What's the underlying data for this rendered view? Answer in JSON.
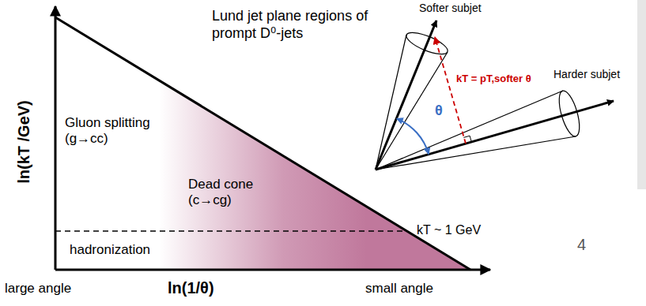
{
  "diagram": {
    "title": "Lund jet plane regions of prompt D⁰-jets",
    "labels": [
      "ln(kT /GeV)",
      "Gluon splitting (g→cc)",
      "Dead cone (c→cg)",
      "kT ~ 1 GeV",
      "hadronization",
      "large angle",
      "ln(1/θ)",
      "small angle",
      "Softer subjet",
      "Harder subjet",
      "kT = pT,softer θ",
      "θ",
      "4"
    ]
  }
}
